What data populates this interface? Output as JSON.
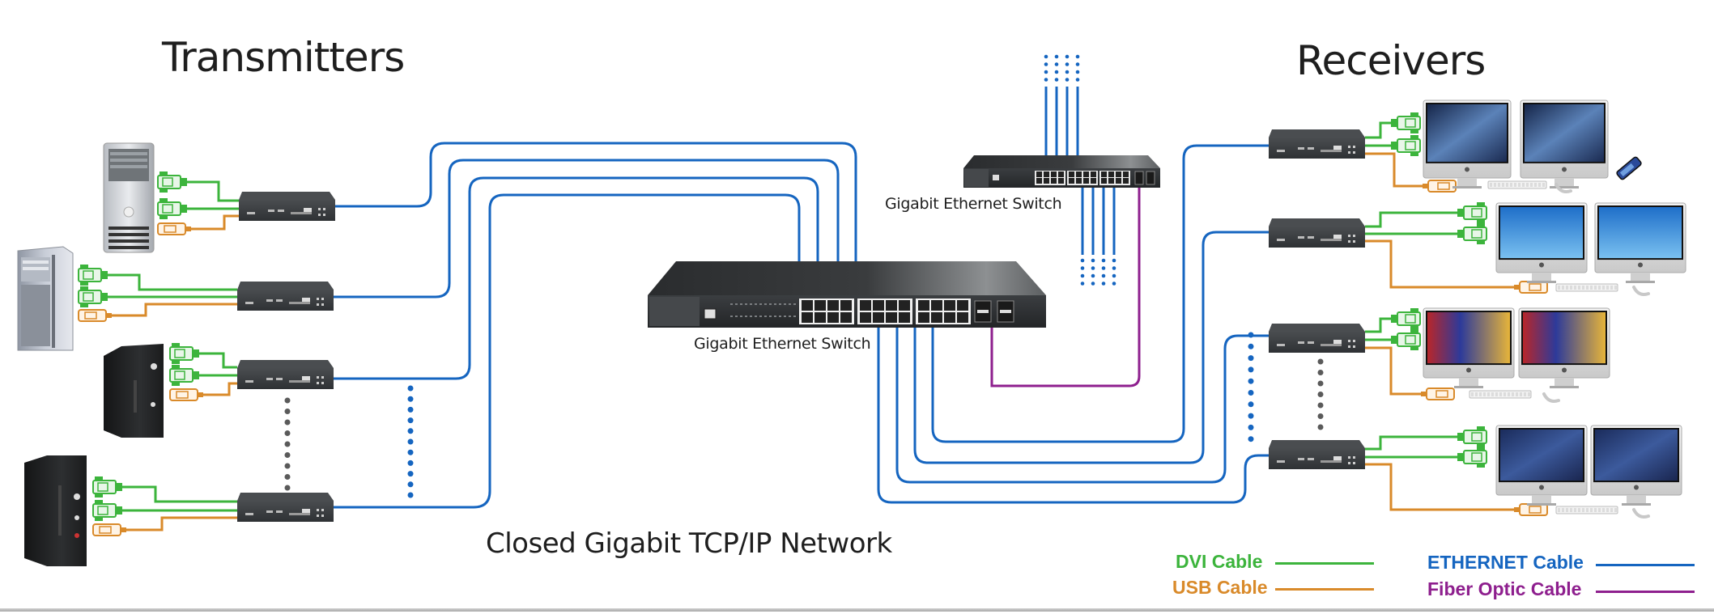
{
  "titles": {
    "transmitters": "Transmitters",
    "receivers": "Receivers"
  },
  "switches": {
    "main_label": "Gigabit Ethernet Switch",
    "secondary_label": "Gigabit Ethernet Switch"
  },
  "network_label": "Closed Gigabit TCP/IP Network",
  "legend": {
    "dvi": {
      "label": "DVI Cable",
      "color": "#3cb43c"
    },
    "usb": {
      "label": "USB Cable",
      "color": "#d98a2a"
    },
    "ethernet": {
      "label": "ETHERNET Cable",
      "color": "#1565c0"
    },
    "fiber": {
      "label": "Fiber Optic Cable",
      "color": "#8e1f8e"
    }
  },
  "colors": {
    "ethernet": "#1565c0",
    "dvi": "#3cb43c",
    "usb": "#d98a2a",
    "fiber": "#8e1f8e",
    "ellipsis_gray": "#5a5a5a",
    "device_dark": "#2e3134"
  },
  "transmitters": [
    {
      "id": "tx1",
      "pc": "silver-workstation-tower"
    },
    {
      "id": "tx2",
      "pc": "silver-server-tower"
    },
    {
      "id": "tx3",
      "pc": "black-desktop-tower"
    },
    {
      "id": "tx4",
      "pc": "black-slim-tower"
    }
  ],
  "receivers": [
    {
      "id": "rx1",
      "screen": "abstract-wallpaper",
      "peripherals": [
        "keyboard",
        "mouse",
        "usb-flash-drive"
      ]
    },
    {
      "id": "rx2",
      "screen": "windows-7-desktop",
      "peripherals": [
        "keyboard",
        "mouse"
      ]
    },
    {
      "id": "rx3",
      "screen": "media-app",
      "peripherals": [
        "keyboard",
        "mouse"
      ]
    },
    {
      "id": "rx4",
      "screen": "photo-app",
      "peripherals": [
        "keyboard",
        "mouse"
      ]
    }
  ]
}
